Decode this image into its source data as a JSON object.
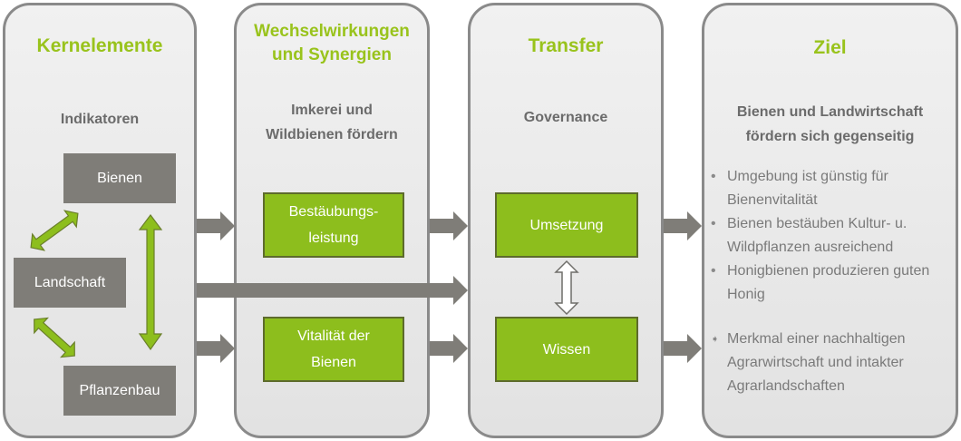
{
  "columns": [
    {
      "title": "Kernelemente",
      "subtitle": "Indikatoren",
      "boxes": [
        "Bienen",
        "Landschaft",
        "Pflanzenbau"
      ]
    },
    {
      "title": "Wechselwirkungen\nund Synergien",
      "subtitle": "Imkerei und\nWildbienen fördern",
      "boxes": [
        "Bestäubungs-\nleistung",
        "Vitalität der\nBienen"
      ]
    },
    {
      "title": "Transfer",
      "subtitle": "Governance",
      "boxes": [
        "Umsetzung",
        "Wissen"
      ]
    },
    {
      "title": "Ziel",
      "subtitle": "Bienen und Landwirtschaft\nfördern sich gegenseitig",
      "bullets": [
        "Umgebung ist günstig für Bienenvitalität",
        "Bienen bestäuben Kultur- u. Wildpflanzen ausreichend",
        "Honigbienen produzieren guten Honig",
        "Merkmal einer nachhaltigen Agrarwirtschaft und intakter Agrarlandschaften"
      ]
    }
  ],
  "colors": {
    "accent_green": "#99c31c",
    "box_green": "#8dbe1d",
    "box_grey": "#7f7d78",
    "arrow_grey": "#7f7d78",
    "panel_border": "#8a8a8a"
  },
  "icons": {
    "bullet": "•",
    "bullet_arrow": "➧"
  }
}
